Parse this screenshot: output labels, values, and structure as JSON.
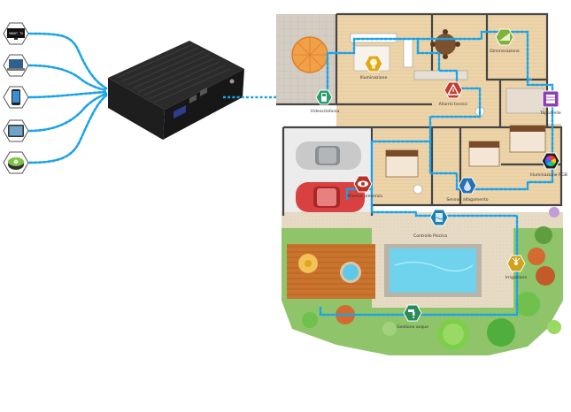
{
  "devices": [
    {
      "name": "smart-tv",
      "screen_text": "SMART TV"
    },
    {
      "name": "laptop",
      "screen_text": ""
    },
    {
      "name": "smartphone",
      "screen_text": ""
    },
    {
      "name": "tablet",
      "screen_text": ""
    },
    {
      "name": "speaker-hub",
      "screen_text": ""
    }
  ],
  "hub": {
    "name": "mini-pc-controller"
  },
  "features": [
    {
      "key": "videocitofonia",
      "label": "Videocitofonia",
      "color": "#2a9d6f",
      "icon": "intercom-icon"
    },
    {
      "key": "illuminazione",
      "label": "Illuminazione",
      "color": "#e0a71a",
      "icon": "light-bulb-icon"
    },
    {
      "key": "allarmi",
      "label": "Allarmi tecnici",
      "color": "#c23b2e",
      "icon": "alarm-icon"
    },
    {
      "key": "dimmerazione",
      "label": "Dimmerazione",
      "color": "#7fb236",
      "icon": "dimmer-icon"
    },
    {
      "key": "tapparelle",
      "label": "Tapparelle",
      "color": "#8e3fb3",
      "icon": "shutter-icon"
    },
    {
      "key": "rgb",
      "label": "Illuminazione RGB",
      "color": "#222222",
      "icon": "rgb-wheel-icon"
    },
    {
      "key": "allarme",
      "label": "Allarme presenza",
      "color": "#b8322a",
      "icon": "eye-icon"
    },
    {
      "key": "sensori",
      "label": "Sensori allagamento",
      "color": "#2b6fb0",
      "icon": "water-drop-icon"
    },
    {
      "key": "piscina",
      "label": "Controllo Piscina",
      "color": "#1f7fb0",
      "icon": "pool-icon"
    },
    {
      "key": "irrigazione",
      "label": "Irrigazione",
      "color": "#d2a21c",
      "icon": "sprinkler-icon"
    },
    {
      "key": "acqua",
      "label": "Gestione acque",
      "color": "#2a8a5a",
      "icon": "tap-icon"
    }
  ],
  "colors": {
    "network": "#1aa3e8",
    "wall": "#444444",
    "floor": "#f4ead8",
    "tile": "#d9d2c6",
    "grass": "#8fc46a",
    "pool": "#6fd3ee"
  }
}
